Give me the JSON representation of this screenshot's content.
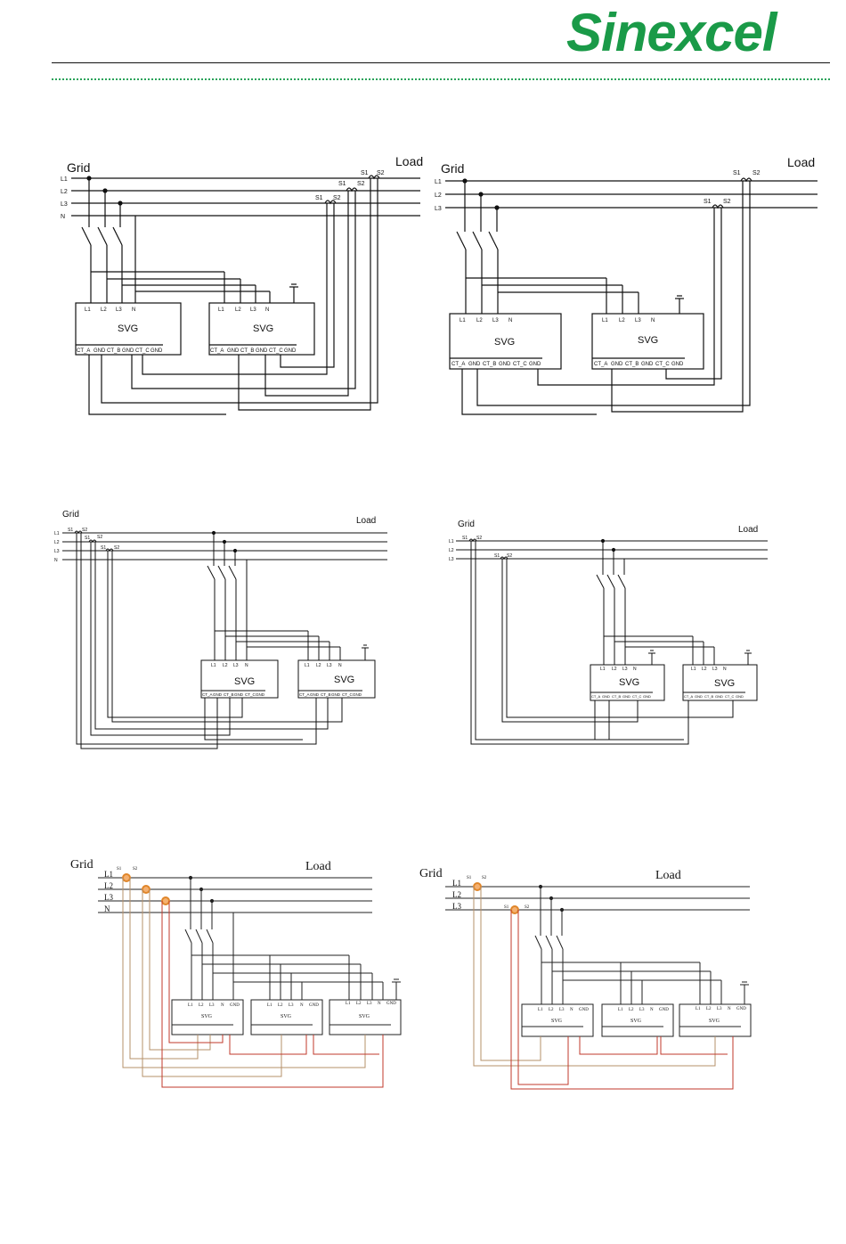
{
  "header": {
    "brand": "Sinexcel",
    "brand_color": "#1a9a48"
  },
  "labels": {
    "grid": "Grid",
    "load": "Load",
    "L1": "L1",
    "L2": "L2",
    "L3": "L3",
    "N": "N",
    "S1": "S1",
    "S2": "S2",
    "svg": "SVG",
    "ct_a": "CT_A",
    "ct_b": "CT_B",
    "ct_c": "CT_C",
    "gnd": "GND"
  },
  "diagrams": [
    {
      "position": "top-left",
      "lines": [
        "L1",
        "L2",
        "L3",
        "N"
      ],
      "units": 2,
      "ct_side": "load"
    },
    {
      "position": "top-right",
      "lines": [
        "L1",
        "L2",
        "L3"
      ],
      "units": 2,
      "ct_side": "load"
    },
    {
      "position": "middle-left",
      "lines": [
        "L1",
        "L2",
        "L3",
        "N"
      ],
      "units": 2,
      "ct_side": "grid"
    },
    {
      "position": "middle-right",
      "lines": [
        "L1",
        "L2",
        "L3"
      ],
      "units": 2,
      "ct_side": "grid"
    },
    {
      "position": "bottom-left",
      "lines": [
        "L1",
        "L2",
        "L3",
        "N"
      ],
      "units": 3,
      "ct_side": "grid"
    },
    {
      "position": "bottom-right",
      "lines": [
        "L1",
        "L2",
        "L3"
      ],
      "units": 3,
      "ct_side": "grid"
    }
  ]
}
